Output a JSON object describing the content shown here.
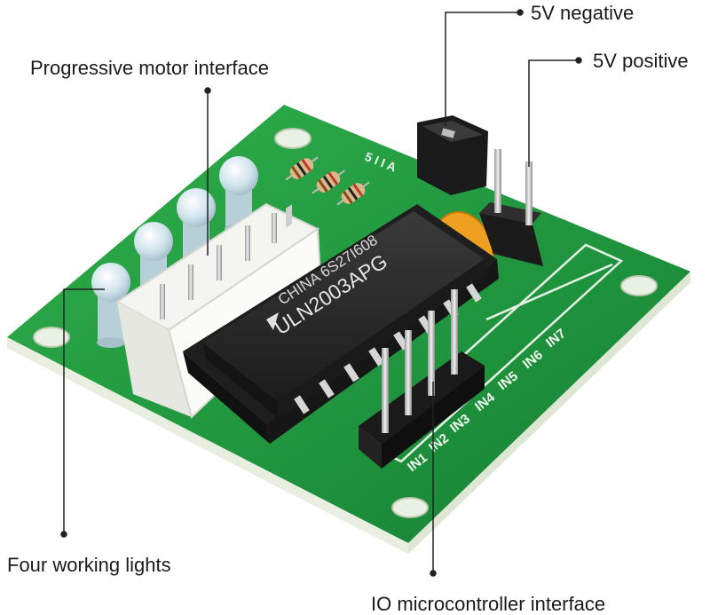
{
  "callouts": {
    "five_v_negative": "5V negative",
    "five_v_positive": "5V positive",
    "motor_interface": "Progressive motor interface",
    "working_lights": "Four working lights",
    "io_interface": "IO microcontroller interface"
  },
  "board": {
    "chip_line1": "CHINA 6S27I608",
    "chip_line2": "ULN2003APG",
    "silk_top": "5 I I A",
    "input_pins": [
      "IN1",
      "IN2",
      "IN3",
      "IN4",
      "IN5",
      "IN6",
      "IN7"
    ]
  },
  "colors": {
    "pcb": "#1f9a3c",
    "pcb_dark": "#137a2c",
    "pcb_edge": "#d9e6cf",
    "chip": "#2b2b2b",
    "connector": "#f2f2ee",
    "led": "#cfe3ec",
    "header": "#1a1a1a",
    "pin": "#c8c8c8",
    "capacitor": "#f0a020",
    "leader_line": "#222222"
  }
}
